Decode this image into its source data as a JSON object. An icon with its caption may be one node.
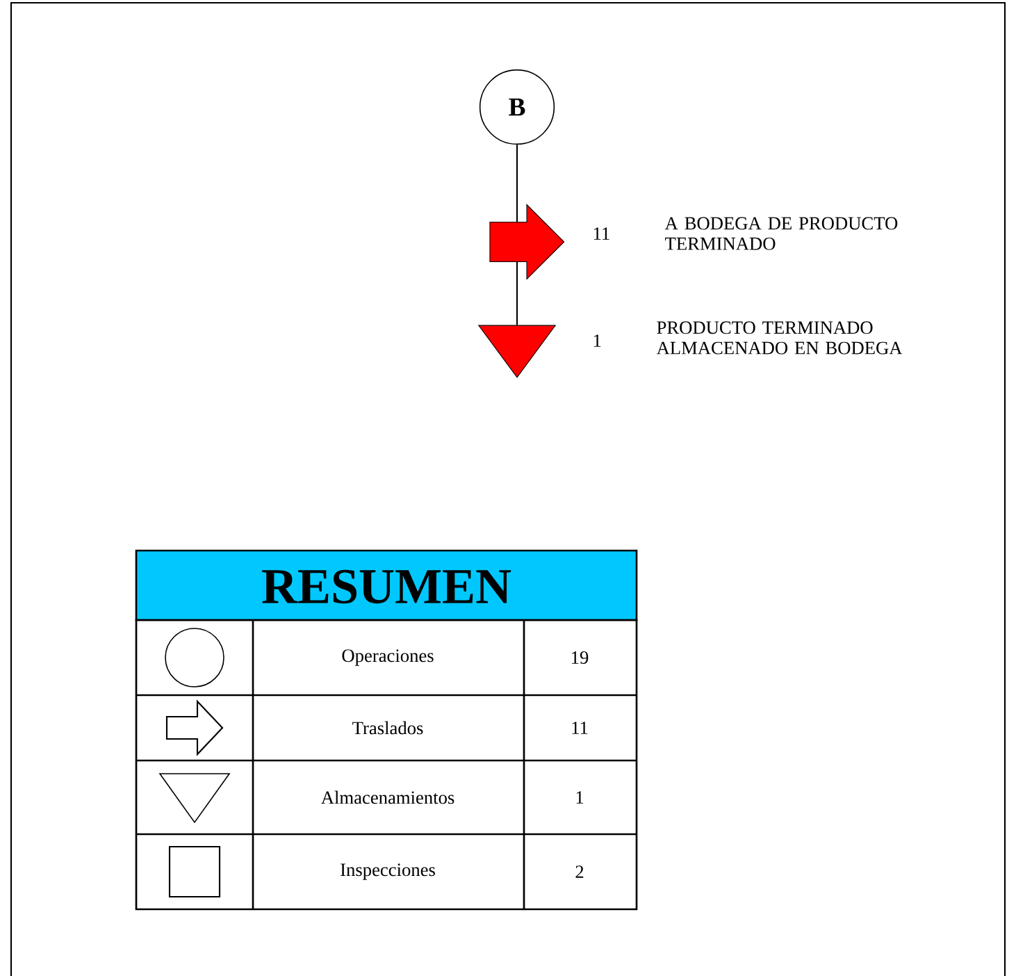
{
  "diagram": {
    "nodes": [
      {
        "text": [
          "B"
        ]
      },
      {
        "text": [],
        "shape": "arrow",
        "beside": [
          "11",
          "A BODEGA DE PRODUCTO TERMINADO"
        ]
      },
      {
        "text": [],
        "shape": "triangle",
        "beside": [
          "1",
          "PRODUCTO TERMINADO ALMACENADO EN BODEGA"
        ]
      }
    ],
    "edges": [
      {
        "from": 0,
        "to": 1,
        "arrow": "none"
      },
      {
        "from": 1,
        "to": 2,
        "arrow": "none"
      }
    ],
    "labels": [
      "RESUMEN",
      "Operaciones",
      "19",
      "Traslados",
      "11",
      "Almacenamientos",
      "1",
      "Inspecciones",
      "2"
    ]
  }
}
